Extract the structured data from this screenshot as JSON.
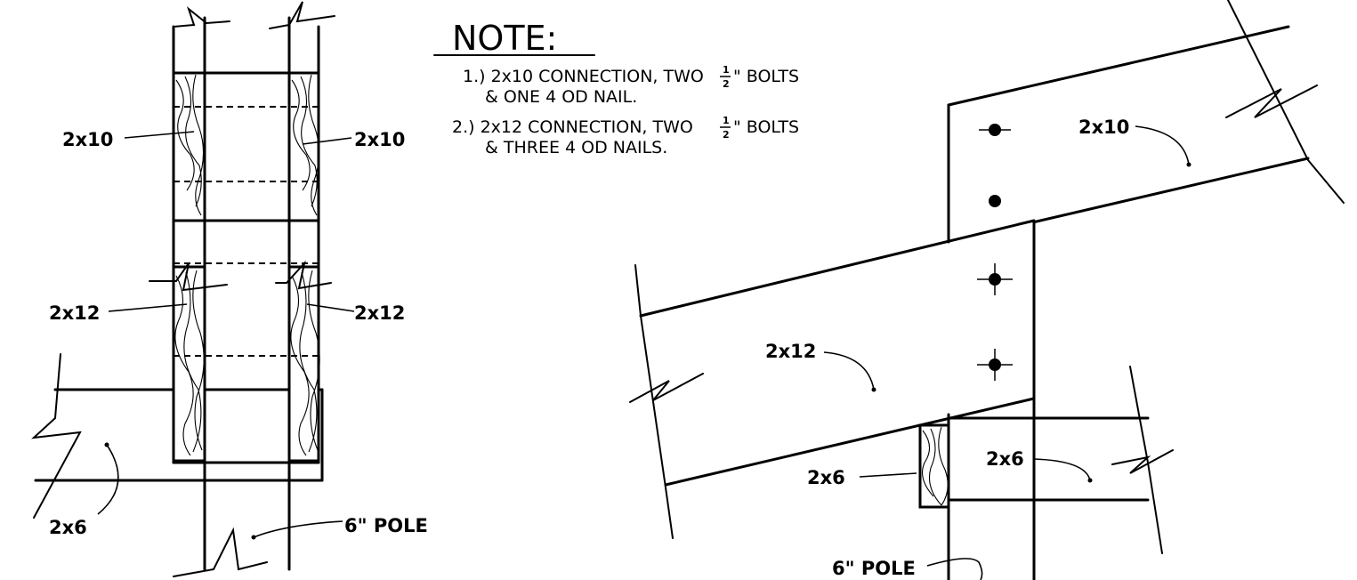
{
  "note": {
    "title": "NOTE:",
    "line1_prefix": "1.) 2x10 CONNECTION, TWO",
    "line1_suffix": "\" BOLTS",
    "line1_cont": "& ONE 4 OD NAIL.",
    "line2_prefix": "2.) 2x12 CONNECTION, TWO",
    "line2_suffix": "\" BOLTS",
    "line2_cont": "& THREE 4 OD NAILS.",
    "fraction_num": "1",
    "fraction_den": "2"
  },
  "labels": {
    "left_2x10_a": "2x10",
    "left_2x10_b": "2x10",
    "left_2x12_a": "2x12",
    "left_2x12_b": "2x12",
    "left_2x6": "2x6",
    "left_pole": "6\" POLE",
    "right_2x10": "2x10",
    "right_2x12": "2x12",
    "right_2x6_block": "2x6",
    "right_2x6_beam": "2x6",
    "right_pole": "6\" POLE"
  }
}
